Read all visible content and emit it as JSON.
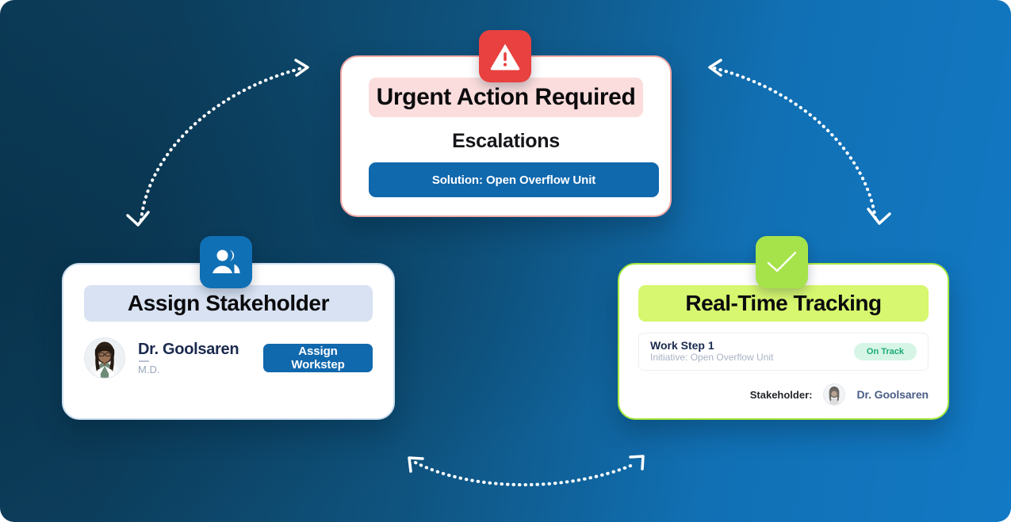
{
  "background": {
    "gradient_from": "#0b3a56",
    "gradient_to": "#1279c4"
  },
  "cards": {
    "urgent": {
      "icon": "warning-triangle-icon",
      "icon_bg": "#e8413f",
      "title": "Urgent Action Required",
      "title_bg": "#fbdddd",
      "subtitle": "Escalations",
      "button_label": "Solution: Open Overflow Unit",
      "button_bg": "#1068ad",
      "border_color": "#f2a9a6"
    },
    "assign": {
      "icon": "people-group-icon",
      "icon_bg": "#1070b5",
      "title": "Assign Stakeholder",
      "title_bg": "#d8e2f2",
      "person_name": "Dr. Goolsaren",
      "person_role": "M.D.",
      "button_label": "Assign Workstep",
      "button_bg": "#1068ad",
      "border_color": "#cfe0f0"
    },
    "tracking": {
      "icon": "check-mark-icon",
      "icon_bg": "#a6e34a",
      "title": "Real-Time Tracking",
      "title_bg": "#d6f76f",
      "workstep_name": "Work Step 1",
      "workstep_initiative": "Initiative: Open Overflow Unit",
      "status_badge": "On Track",
      "status_color": "#1aab7a",
      "stakeholder_label": "Stakeholder:",
      "stakeholder_name": "Dr. Goolsaren",
      "border_color": "#a8e83f"
    }
  },
  "connectors": [
    {
      "name": "arrow-urgent-to-assign",
      "style": "dotted-curve",
      "color": "#ffffff",
      "heads": "both"
    },
    {
      "name": "arrow-urgent-to-tracking",
      "style": "dotted-curve",
      "color": "#ffffff",
      "heads": "both"
    },
    {
      "name": "arrow-assign-to-tracking",
      "style": "dotted-curve",
      "color": "#ffffff",
      "heads": "both"
    }
  ]
}
